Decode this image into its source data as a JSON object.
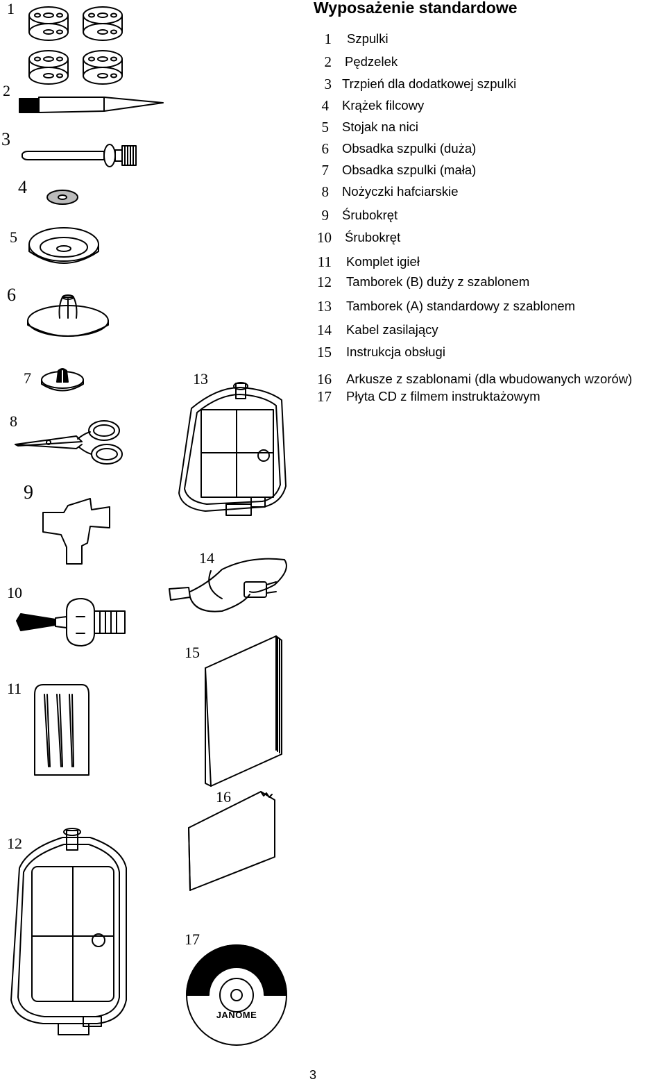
{
  "title": "Wyposażenie standardowe",
  "list": [
    {
      "num": "1",
      "label": "Szpulki"
    },
    {
      "num": "2",
      "label": "Pędzelek"
    },
    {
      "num": "3",
      "label": "Trzpień dla dodatkowej szpulki"
    },
    {
      "num": "4",
      "label": "Krążek filcowy"
    },
    {
      "num": "5",
      "label": "Stojak na nici"
    },
    {
      "num": "6",
      "label": "Obsadka szpulki (duża)"
    },
    {
      "num": "7",
      "label": "Obsadka szpulki (mała)"
    },
    {
      "num": "8",
      "label": "Nożyczki hafciarskie"
    },
    {
      "num": "9",
      "label": "Śrubokręt"
    },
    {
      "num": "10",
      "label": "Śrubokręt"
    },
    {
      "num": "11",
      "label": "Komplet igieł"
    },
    {
      "num": "12",
      "label": "Tamborek (B) duży z szablonem"
    },
    {
      "num": "13",
      "label": "Tamborek (A) standardowy z szablonem"
    },
    {
      "num": "14",
      "label": "Kabel zasilający"
    },
    {
      "num": "15",
      "label": "Instrukcja obsługi"
    },
    {
      "num": "16",
      "label": "Arkusze z szablonami (dla wbudowanych wzorów)"
    },
    {
      "num": "17",
      "label": "Płyta CD z filmem instruktażowym"
    }
  ],
  "figure_labels": [
    "1",
    "2",
    "3",
    "4",
    "5",
    "6",
    "7",
    "8",
    "9",
    "10",
    "11",
    "12",
    "13",
    "14",
    "15",
    "16",
    "17"
  ],
  "cd_brand": "JANOME",
  "page_number": "3"
}
